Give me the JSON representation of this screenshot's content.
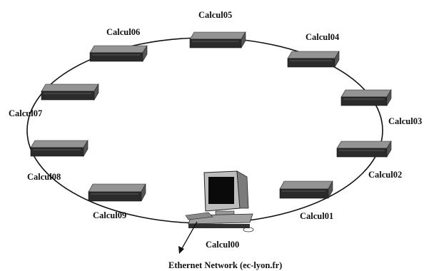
{
  "colors": {
    "ring": "#111111",
    "box_top": "#8e8e8e",
    "box_front": "#2b2b2b",
    "box_side": "#555555",
    "screen": "#0a0a0a",
    "monitor_body": "#bdbdbd"
  },
  "nodes": [
    {
      "id": "Calcul05",
      "label": "Calcul05",
      "kind": "server-box"
    },
    {
      "id": "Calcul04",
      "label": "Calcul04",
      "kind": "server-box"
    },
    {
      "id": "Calcul03",
      "label": "Calcul03",
      "kind": "server-box"
    },
    {
      "id": "Calcul02",
      "label": "Calcul02",
      "kind": "server-box"
    },
    {
      "id": "Calcul01",
      "label": "Calcul01",
      "kind": "server-box"
    },
    {
      "id": "Calcul00",
      "label": "Calcul00",
      "kind": "workstation"
    },
    {
      "id": "Calcul09",
      "label": "Calcul09",
      "kind": "server-box"
    },
    {
      "id": "Calcul08",
      "label": "Calcul08",
      "kind": "server-box"
    },
    {
      "id": "Calcul07",
      "label": "Calcul07",
      "kind": "server-box"
    },
    {
      "id": "Calcul06",
      "label": "Calcul06",
      "kind": "server-box"
    }
  ],
  "network": {
    "label": "Ethernet Network (ec-lyon.fr)",
    "connected_to": "Calcul00"
  }
}
